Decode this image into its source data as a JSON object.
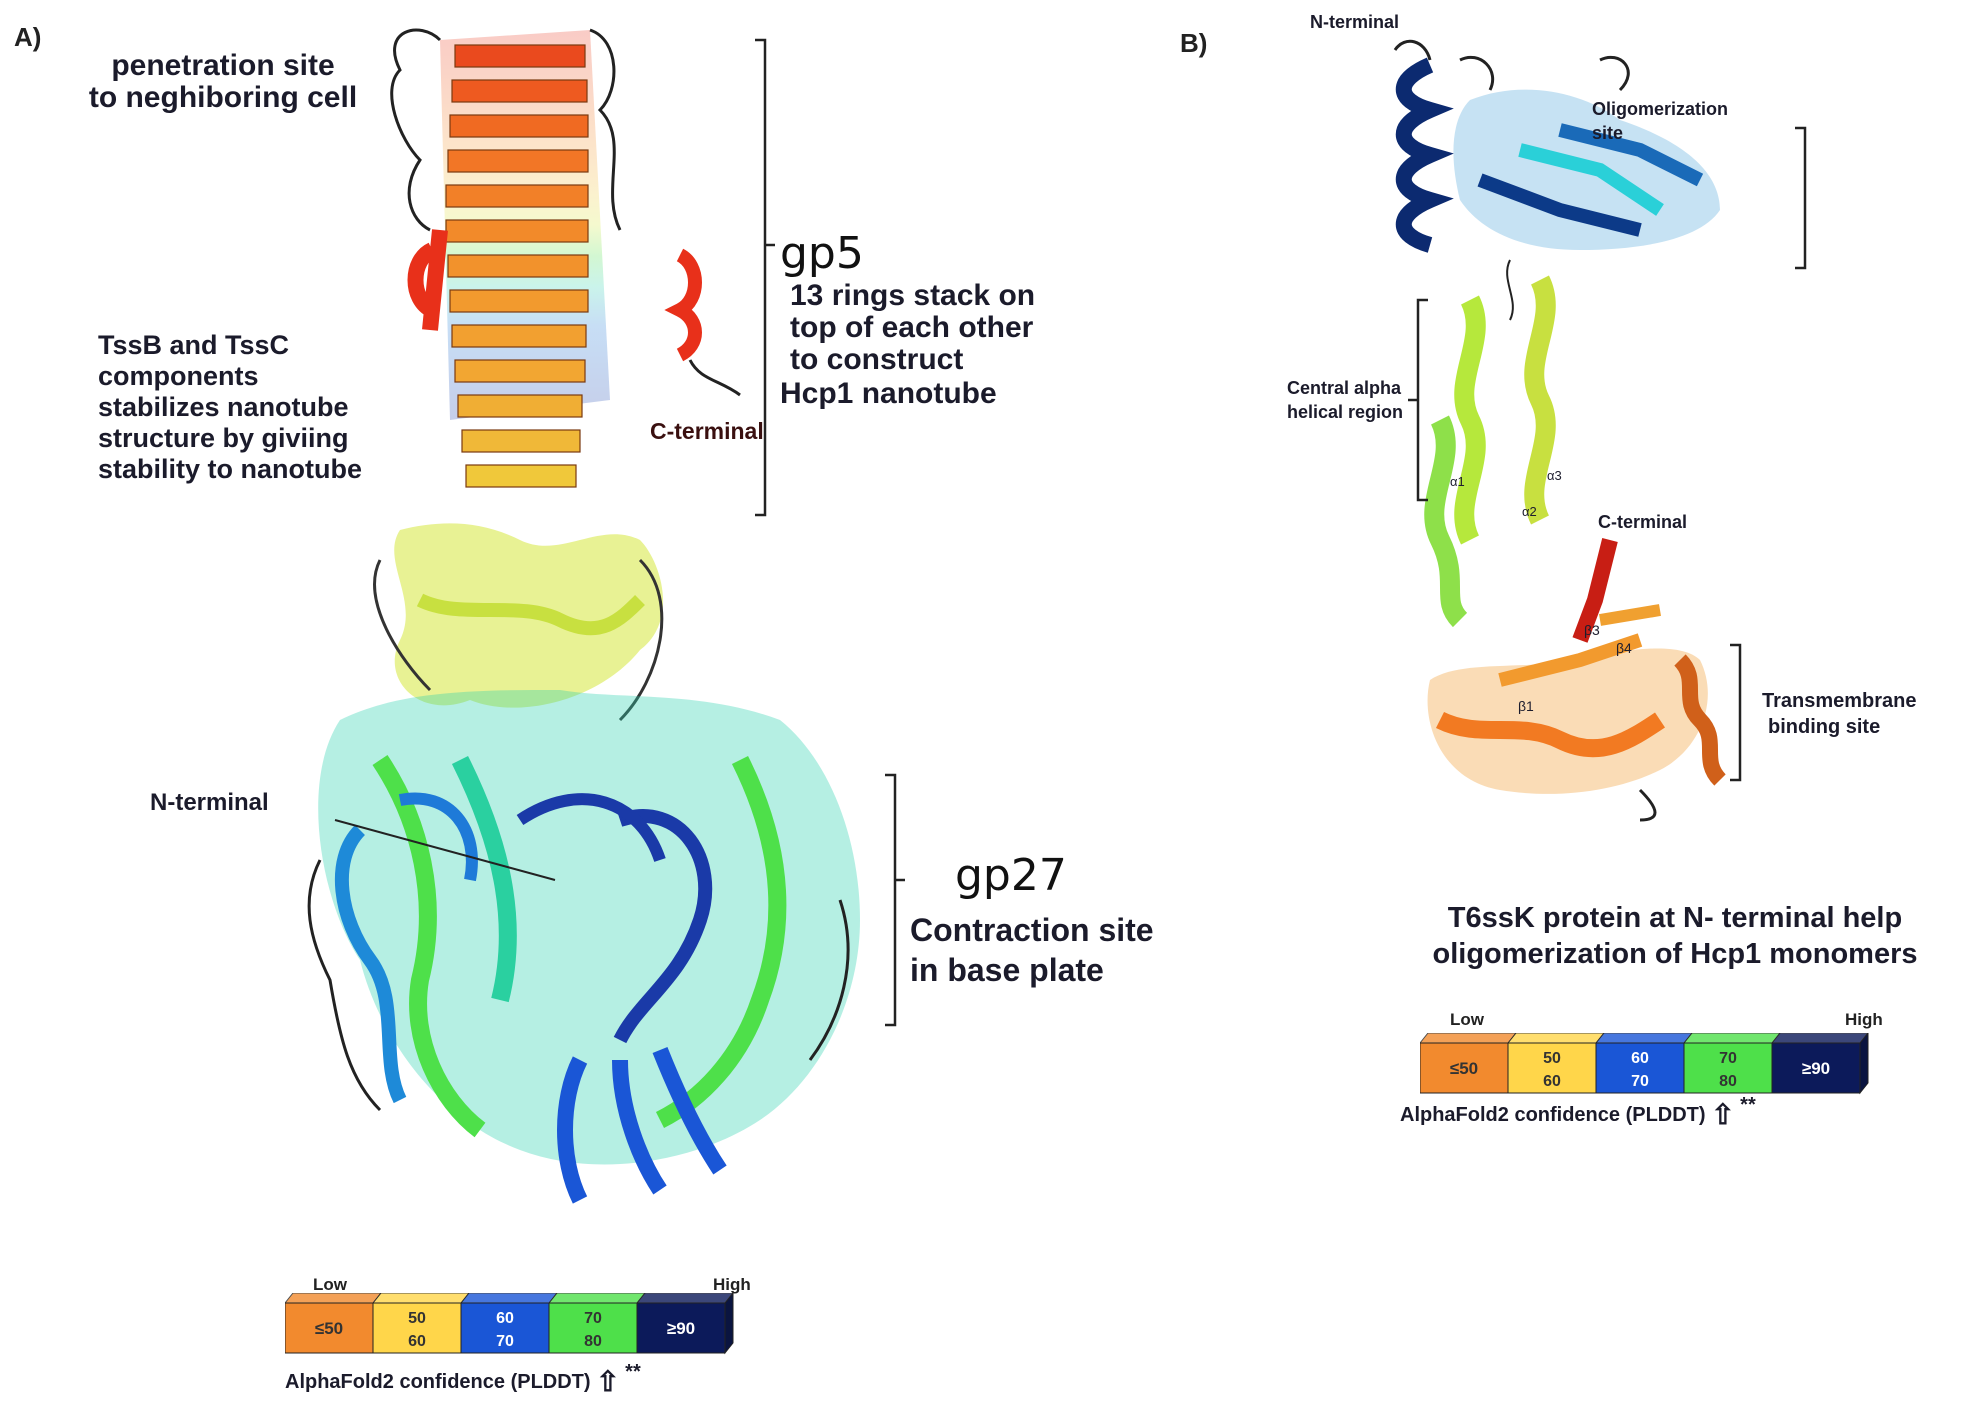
{
  "panel_a": {
    "label": "A)",
    "ann_penetration": [
      "penetration site",
      "to neghiboring cell"
    ],
    "gp5_title": "gp5",
    "gp5_desc": [
      "13 rings stack on",
      "top of each other",
      "to construct"
    ],
    "hcp1": "Hcp1 nanotube",
    "tss": [
      "TssB and TssC",
      "components",
      "stabilizes nanotube",
      "structure by giviing",
      "stability to nanotube"
    ],
    "c_terminal": "C-terminal",
    "n_terminal": "N-terminal",
    "gp27_title": "gp27",
    "gp27_desc": [
      "Contraction site",
      "in base plate"
    ],
    "legend": {
      "low": "Low",
      "high": "High",
      "caption": "AlphaFold2 confidence (PLDDT)",
      "stars": "**",
      "bins": [
        {
          "top": "≤50",
          "bottom": "",
          "color": "#f28a2e"
        },
        {
          "top": "50",
          "bottom": "60",
          "color": "#ffd64a"
        },
        {
          "top": "60",
          "bottom": "70",
          "color": "#1a56d6"
        },
        {
          "top": "70",
          "bottom": "80",
          "color": "#4ee04a"
        },
        {
          "top": "≥90",
          "bottom": "",
          "color": "#0c1a5a"
        }
      ]
    }
  },
  "panel_b": {
    "label": "B)",
    "n_terminal": "N-terminal",
    "oligomerization": [
      "Oligomerization",
      "site"
    ],
    "central": [
      "Central alpha",
      "helical region"
    ],
    "c_terminal": "C-terminal",
    "transmembrane": [
      "Transmembrane",
      "binding site"
    ],
    "ss_labels": [
      "α1",
      "α2",
      "α3",
      "β3",
      "β4",
      "β1"
    ],
    "caption": [
      "T6ssK protein at N- terminal help",
      "oligomerization of Hcp1 monomers"
    ],
    "legend": {
      "low": "Low",
      "high": "High",
      "caption": "AlphaFold2 confidence (PLDDT)",
      "stars": "**",
      "bins": [
        {
          "top": "≤50",
          "bottom": "",
          "color": "#f28a2e"
        },
        {
          "top": "50",
          "bottom": "60",
          "color": "#ffd64a"
        },
        {
          "top": "60",
          "bottom": "70",
          "color": "#1a56d6"
        },
        {
          "top": "70",
          "bottom": "80",
          "color": "#4ee04a"
        },
        {
          "top": "≥90",
          "bottom": "",
          "color": "#0c1a5a"
        }
      ]
    }
  },
  "colors": {
    "red": "#e8301a",
    "orange": "#f29a2e",
    "yellow": "#e9e03c",
    "green": "#4ee04a",
    "cyan": "#2ad0c0",
    "blue": "#1a56d6",
    "navy": "#0c1a5a"
  }
}
